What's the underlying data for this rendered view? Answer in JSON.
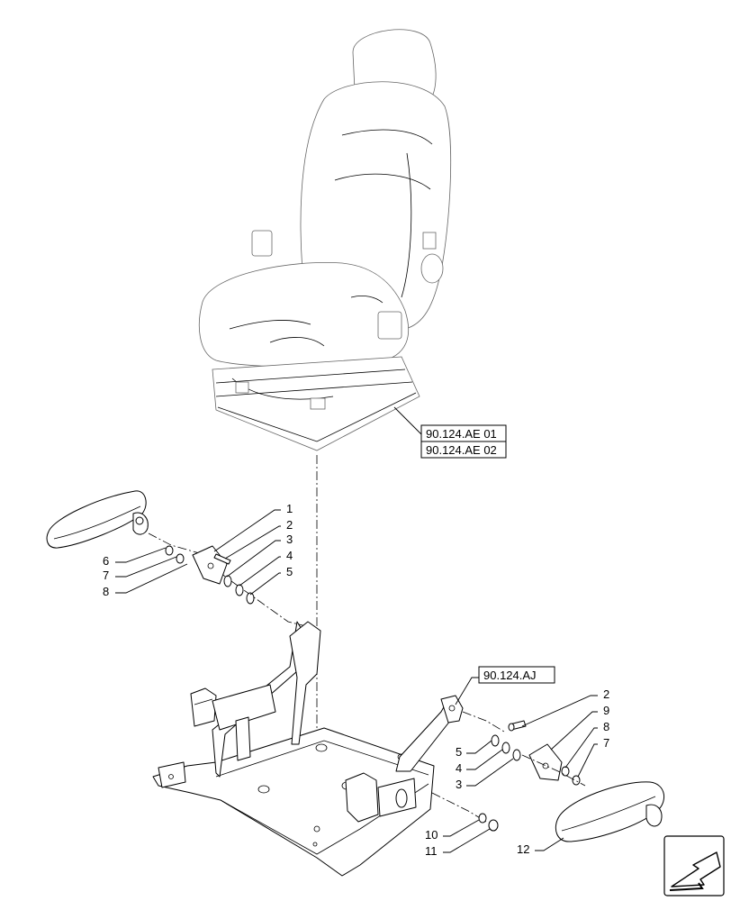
{
  "references": {
    "seat_ref_1": "90.124.AE 01",
    "seat_ref_2": "90.124.AE 02",
    "bracket_ref": "90.124.AJ"
  },
  "callouts_left": {
    "c1": "1",
    "c2": "2",
    "c3": "3",
    "c4": "4",
    "c5": "5",
    "c6": "6",
    "c7": "7",
    "c8": "8"
  },
  "callouts_right": {
    "c2": "2",
    "c9": "9",
    "c8": "8",
    "c7": "7",
    "c5": "5",
    "c4": "4",
    "c3": "3",
    "c10": "10",
    "c11": "11",
    "c12": "12"
  },
  "icons": {
    "corner": "arrow-down-left-icon"
  }
}
